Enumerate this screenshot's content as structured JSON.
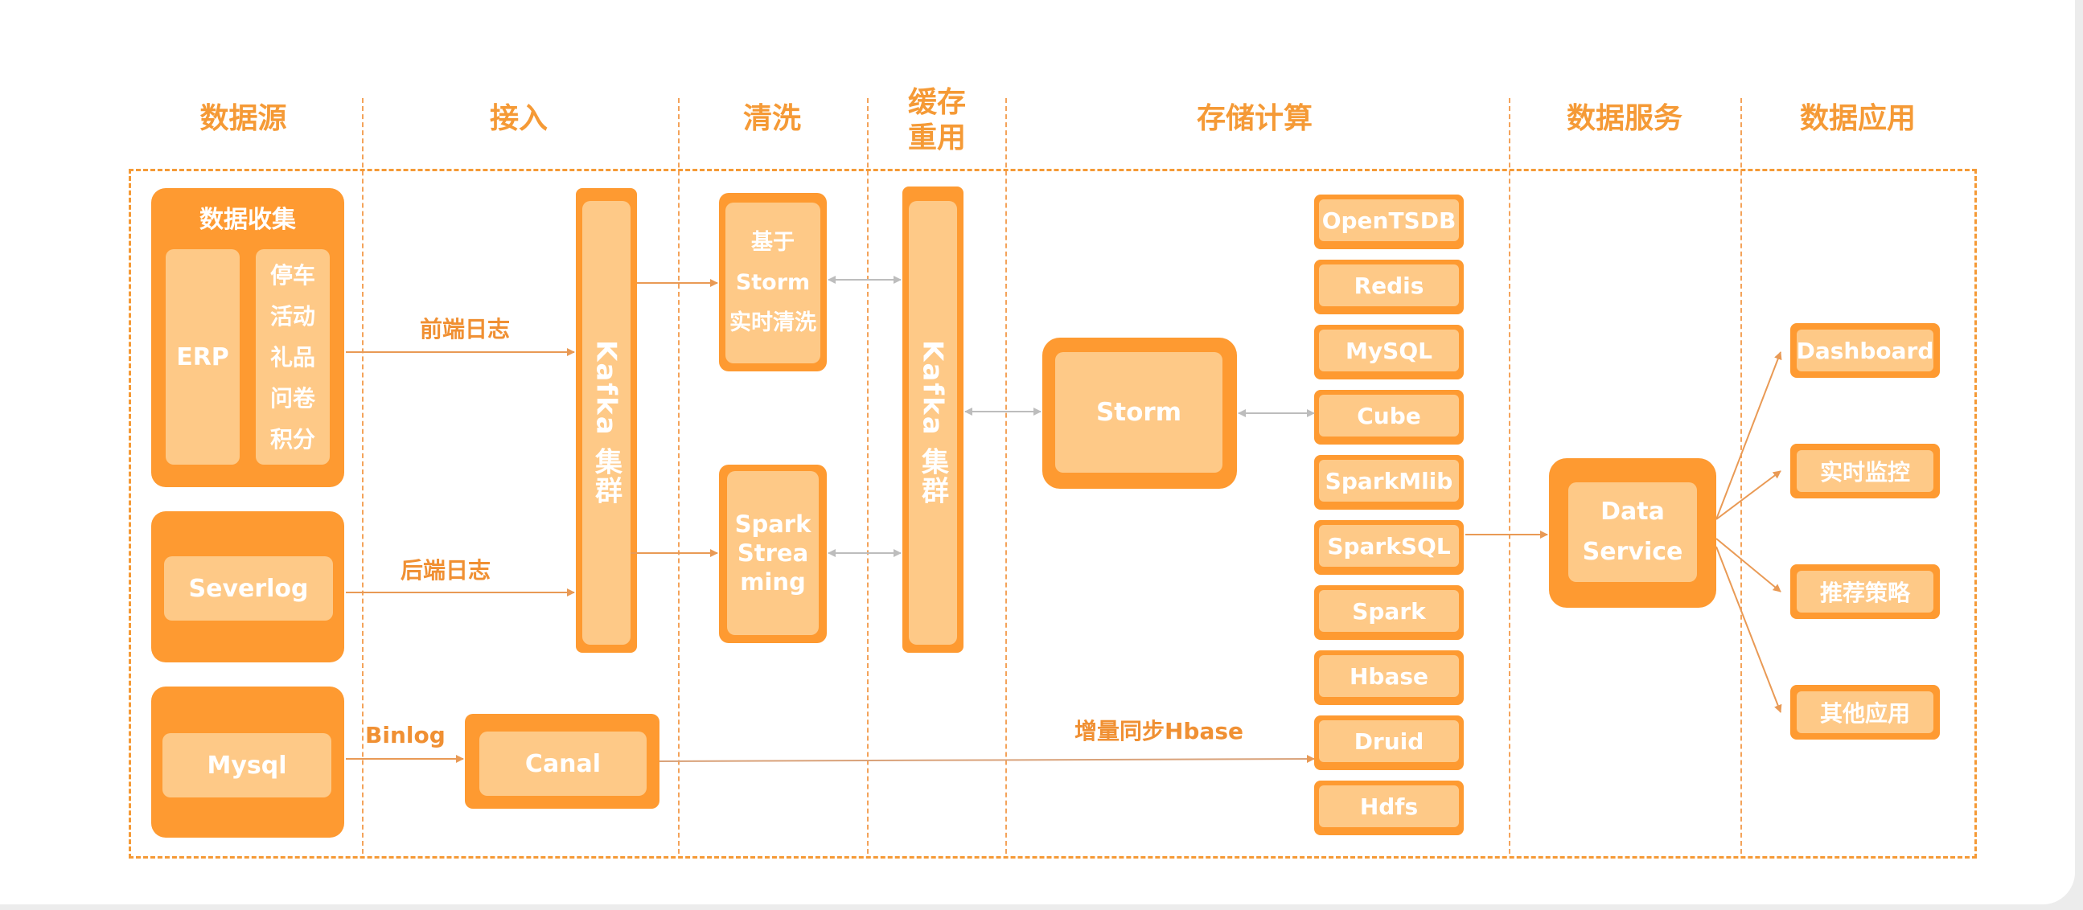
{
  "columns": [
    {
      "title": "数据源"
    },
    {
      "title": "接入"
    },
    {
      "title": "清洗"
    },
    {
      "title": "缓存\n重用",
      "line1": "缓存",
      "line2": "重用"
    },
    {
      "title": "存储计算"
    },
    {
      "title": "数据服务"
    },
    {
      "title": "数据应用"
    }
  ],
  "sources": {
    "collection": {
      "title": "数据收集",
      "erp": "ERP",
      "items": [
        "停车",
        "活动",
        "礼品",
        "问卷",
        "积分"
      ]
    },
    "severlog": "Severlog",
    "mysql": "Mysql"
  },
  "ingest": {
    "kafka": "Kafka 集群",
    "canal": "Canal",
    "front_log": "前端日志",
    "back_log": "后端日志",
    "binlog": "Binlog"
  },
  "clean": {
    "storm": [
      "基于",
      "Storm",
      "实时清洗"
    ],
    "spark_streaming": [
      "Spark",
      "Strea",
      "ming"
    ]
  },
  "cache": {
    "kafka": "Kafka 集群"
  },
  "compute": {
    "storm": "Storm",
    "stores": [
      "OpenTSDB",
      "Redis",
      "MySQL",
      "Cube",
      "SparkMlib",
      "SparkSQL",
      "Spark",
      "Hbase",
      "Druid",
      "Hdfs"
    ],
    "sync_label": "增量同步Hbase"
  },
  "service": {
    "line1": "Data",
    "line2": "Service"
  },
  "apps": [
    "Dashboard",
    "实时监控",
    "推荐策略",
    "其他应用"
  ],
  "colors": {
    "primary": "#fe9a31",
    "light": "#fec987",
    "label": "#f09033",
    "arrow_orange": "#e99a55",
    "arrow_gray": "#bdbdbd"
  }
}
